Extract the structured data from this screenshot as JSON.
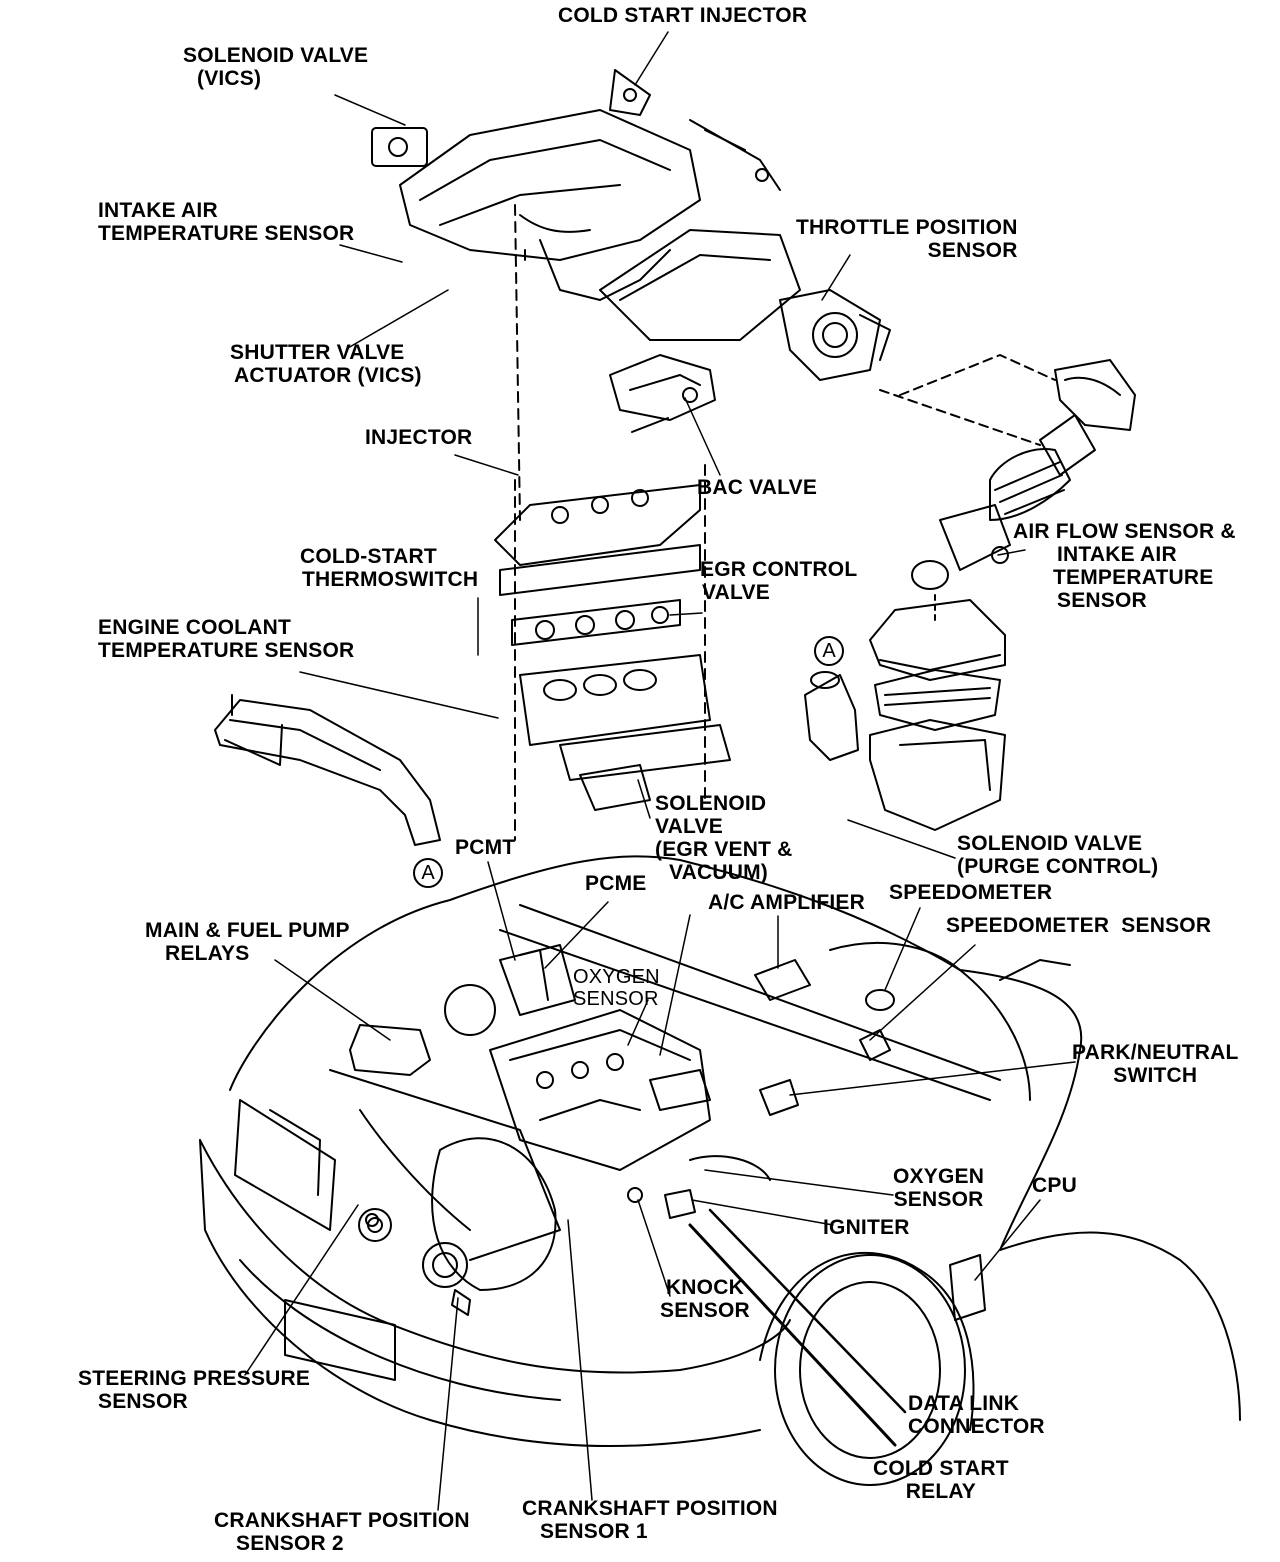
{
  "labels": {
    "cold_start_injector": [
      "COLD START INJECTOR"
    ],
    "solenoid_valve_vics": [
      "SOLENOID VALVE",
      "(VICS)"
    ],
    "intake_air_temp_sensor": [
      "INTAKE AIR",
      "TEMPERATURE SENSOR"
    ],
    "throttle_position_sensor": [
      "THROTTLE POSITION",
      "SENSOR"
    ],
    "shutter_valve_actuator": [
      "SHUTTER VALVE",
      "ACTUATOR (VICS)"
    ],
    "injector": [
      "INJECTOR"
    ],
    "bac_valve": [
      "BAC VALVE"
    ],
    "air_flow_sensor": [
      "AIR FLOW SENSOR &",
      "INTAKE AIR",
      "TEMPERATURE",
      "SENSOR"
    ],
    "cold_start_thermoswitch": [
      "COLD-START",
      "THERMOSWITCH"
    ],
    "egr_control_valve": [
      "EGR CONTROL",
      "VALVE"
    ],
    "engine_coolant_temp_sensor": [
      "ENGINE COOLANT",
      "TEMPERATURE SENSOR"
    ],
    "solenoid_valve_egr": [
      "SOLENOID",
      "VALVE",
      "(EGR VENT &",
      "VACUUM)"
    ],
    "solenoid_valve_purge": [
      "SOLENOID VALVE",
      "(PURGE CONTROL)"
    ],
    "pcmt": [
      "PCMT"
    ],
    "pcme": [
      "PCME"
    ],
    "ac_amplifier": [
      "A/C AMPLIFIER"
    ],
    "speedometer": [
      "SPEEDOMETER"
    ],
    "speedometer_sensor": [
      "SPEEDOMETER  SENSOR"
    ],
    "main_fuel_pump_relays": [
      "MAIN & FUEL PUMP",
      "RELAYS"
    ],
    "oxygen_sensor_upper": [
      "OXYGEN",
      "SENSOR"
    ],
    "park_neutral_switch": [
      "PARK/NEUTRAL",
      "SWITCH"
    ],
    "oxygen_sensor_lower": [
      "OXYGEN",
      "SENSOR"
    ],
    "cpu": [
      "CPU"
    ],
    "igniter": [
      "IGNITER"
    ],
    "knock_sensor": [
      "KNOCK",
      "SENSOR"
    ],
    "steering_pressure_sensor": [
      "STEERING PRESSURE",
      "SENSOR"
    ],
    "data_link_connector": [
      "DATA LINK",
      "CONNECTOR"
    ],
    "cold_start_relay": [
      "COLD START",
      "RELAY"
    ],
    "crankshaft_position_sensor_2": [
      "CRANKSHAFT POSITION",
      "SENSOR 2"
    ],
    "crankshaft_position_sensor_1": [
      "CRANKSHAFT POSITION",
      "SENSOR 1"
    ]
  },
  "callouts": {
    "a_upper": "A",
    "a_lower": "A"
  }
}
